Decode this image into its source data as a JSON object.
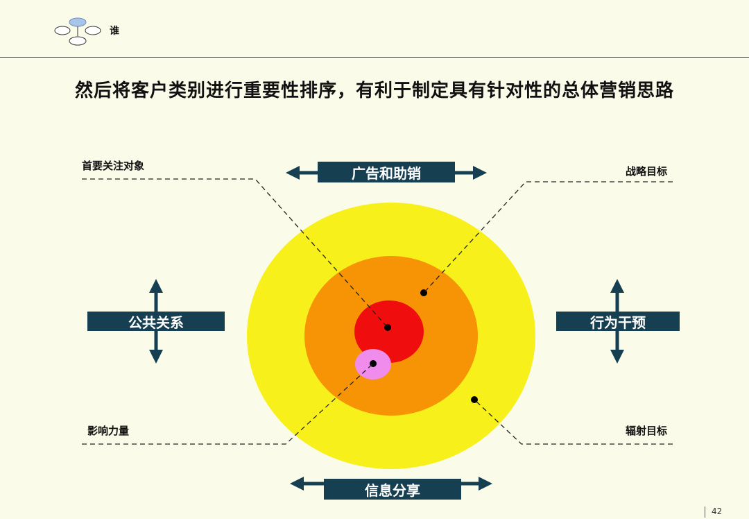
{
  "header": {
    "label": "谁"
  },
  "title": "然后将客户类别进行重要性排序，有利于制定具有针对性的总体营销思路",
  "callouts": {
    "primary": "首要关注对象",
    "strategic": "战略目标",
    "influence": "影响力量",
    "radiation": "辐射目标"
  },
  "channels": {
    "top": "广告和助销",
    "left": "公共关系",
    "right": "行为干预",
    "bottom": "信息分享"
  },
  "page_number": "42",
  "colors": {
    "outer_ring": "#f7f01b",
    "middle_ring": "#f79406",
    "inner_core": "#f00d0d",
    "influence_dot": "#f08cec",
    "banner": "#173f52",
    "background": "#fbfbe9"
  }
}
